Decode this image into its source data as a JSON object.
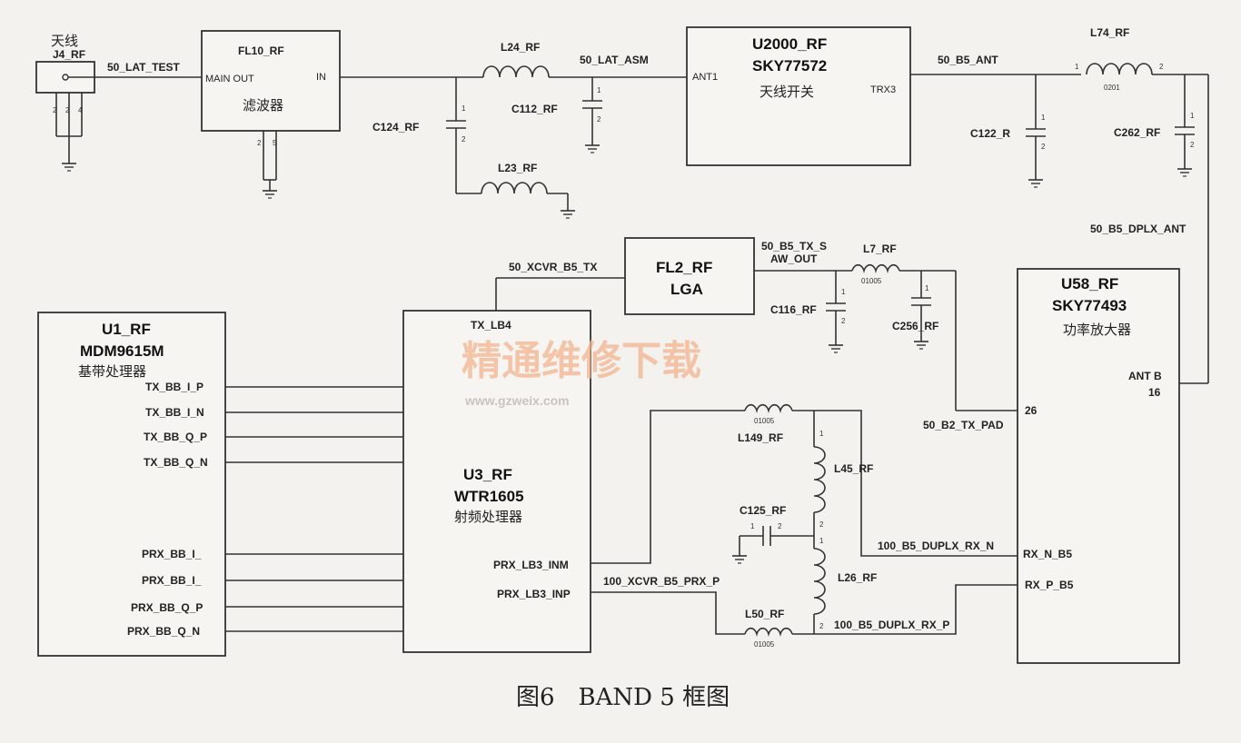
{
  "caption": "图6　BAND 5 框图",
  "watermark": {
    "text": "精通维修下载",
    "url": "www.gzweix.com"
  },
  "components": {
    "antenna": {
      "label_cn": "天线",
      "ref": "J4_RF"
    },
    "fl10": {
      "ref": "FL10_RF",
      "pin_main": "MAIN OUT",
      "pin_in": "IN",
      "desc": "滤波器"
    },
    "u2000": {
      "ref": "U2000_RF",
      "part": "SKY77572",
      "desc": "天线开关",
      "pin_ant1": "ANT1",
      "pin_trx3": "TRX3"
    },
    "fl2": {
      "ref": "FL2_RF",
      "part": "LGA"
    },
    "u1": {
      "ref": "U1_RF",
      "part": "MDM9615M",
      "desc": "基带处理器",
      "pins": [
        "TX_BB_I_P",
        "TX_BB_I_N",
        "TX_BB_Q_P",
        "TX_BB_Q_N",
        "PRX_BB_I_",
        "PRX_BB_I_",
        "PRX_BB_Q_P",
        "PRX_BB_Q_N"
      ]
    },
    "u3": {
      "ref": "U3_RF",
      "part": "WTR1605",
      "desc": "射频处理器",
      "pin_tx": "TX_LB4",
      "pin_inm": "PRX_LB3_INM",
      "pin_inp": "PRX_LB3_INP"
    },
    "u58": {
      "ref": "U58_RF",
      "part": "SKY77493",
      "desc": "功率放大器",
      "pin_ant": "ANT B",
      "pin_ant_num": "16",
      "pin_26": "26",
      "pin_rxn": "RX_N_B5",
      "pin_rxp": "RX_P_B5"
    }
  },
  "passives": {
    "L24": "L24_RF",
    "C112": "C112_RF",
    "C124": "C124_RF",
    "L23": "L23_RF",
    "C122": "C122_R",
    "L74": "L74_RF",
    "L74_size": "0201",
    "C262": "C262_RF",
    "L7": "L7_RF",
    "L7_size": "01005",
    "C116": "C116_RF",
    "C256": "C256_RF",
    "L149": "L149_RF",
    "L149_size": "01005",
    "L45": "L45_RF",
    "C125": "C125_RF",
    "L26": "L26_RF",
    "L50": "L50_RF",
    "L50_size": "01005"
  },
  "nets": {
    "lat_test": "50_LAT_TEST",
    "lat_asm": "50_LAT_ASM",
    "b5_ant": "50_B5_ANT",
    "dplx_ant": "50_B5_DPLX_ANT",
    "xcvr_tx": "50_XCVR_B5_TX",
    "saw_out_1": "50_B5_TX_S",
    "saw_out_2": "AW_OUT",
    "b2_tx_pad": "50_B2_TX_PAD",
    "dupx_rx_n": "100_B5_DUPLX_RX_N",
    "xcvr_prx_p": "100_XCVR_B5_PRX_P",
    "dupx_rx_p": "100_B5_DUPLX_RX_P"
  },
  "pin_numbers": {
    "one": "1",
    "two": "2",
    "two_b": "2",
    "four": "4",
    "five": "5"
  }
}
